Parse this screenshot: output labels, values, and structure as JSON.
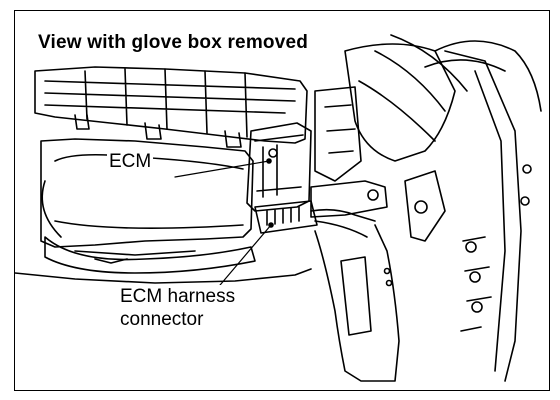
{
  "figure": {
    "caption": "View with glove box removed",
    "callouts": {
      "ecm": "ECM",
      "harness_line1": "ECM harness",
      "harness_line2": "connector"
    }
  },
  "colors": {
    "line": "#000000",
    "background": "#ffffff"
  }
}
